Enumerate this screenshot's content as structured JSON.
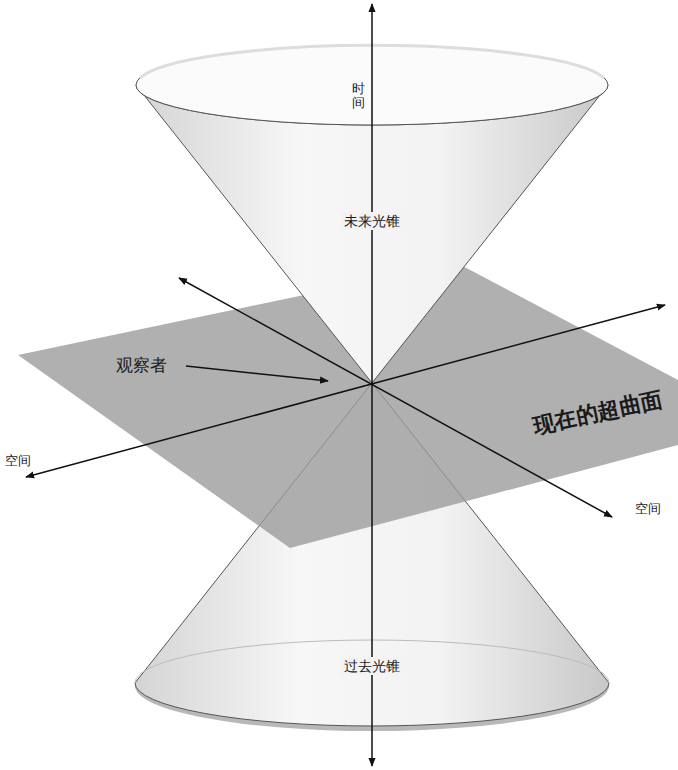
{
  "diagram": {
    "labels": [
      "时间",
      "未来光锥",
      "观察者",
      "现在的超曲面",
      "空间",
      "空间",
      "过去光锥"
    ]
  }
}
